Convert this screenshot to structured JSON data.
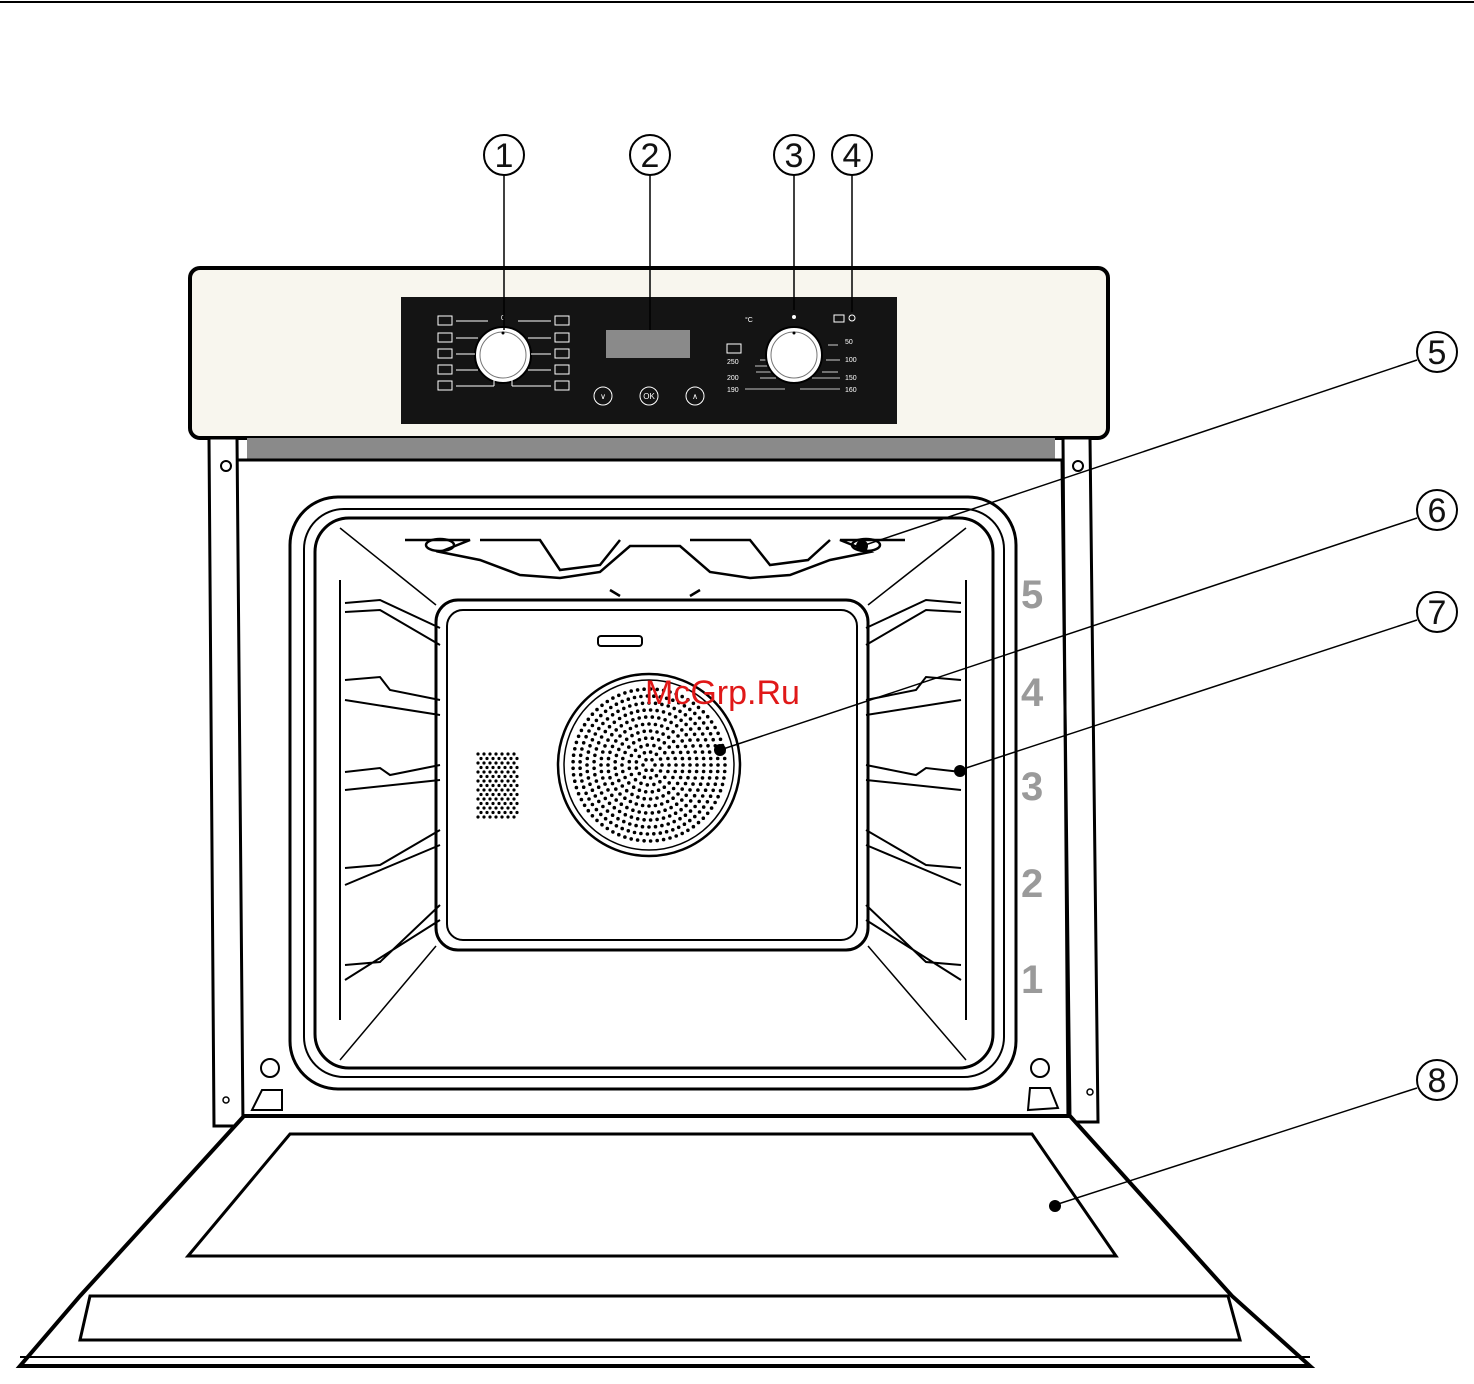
{
  "callouts": [
    "1",
    "2",
    "3",
    "4",
    "5",
    "6",
    "7",
    "8"
  ],
  "shelf_levels": [
    "5",
    "4",
    "3",
    "2",
    "1"
  ],
  "control_panel": {
    "function_dial_zero": "0",
    "temp_unit": "°C",
    "temp_scale_left": [
      "250",
      "200",
      "190"
    ],
    "temp_scale_right": [
      "50",
      "100",
      "150",
      "160"
    ],
    "button_down_symbol": "∨",
    "button_ok": "OK",
    "button_up_symbol": "∧"
  },
  "watermark": "McGrp.Ru",
  "colors": {
    "fascia": "#f8f6ee",
    "panel": "#141414",
    "display": "#8a8a8a",
    "level_numbers": "#9a9a9a",
    "watermark": "#e01818"
  }
}
